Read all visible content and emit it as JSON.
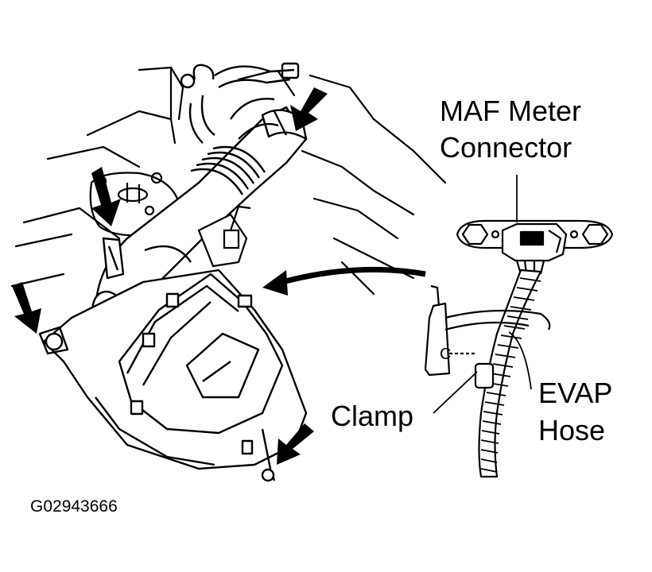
{
  "labels": {
    "maf_line1": "MAF Meter",
    "maf_line2": "Connector",
    "evap_line1": "EVAP",
    "evap_line2": "Hose",
    "clamp": "Clamp",
    "inset_c": "C"
  },
  "figure_id": "G02943666",
  "colors": {
    "ink": "#000000",
    "paper": "#ffffff"
  }
}
